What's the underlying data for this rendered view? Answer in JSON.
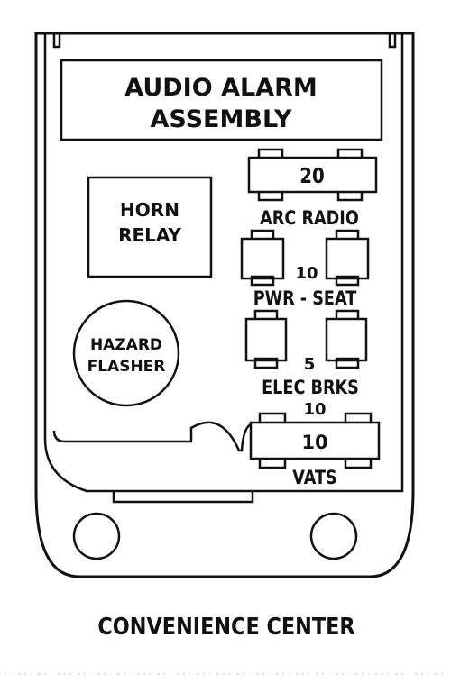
{
  "labels": {
    "audio_alarm_line1": "AUDIO ALARM",
    "audio_alarm_line2": "ASSEMBLY",
    "horn_relay_line1": "HORN",
    "horn_relay_line2": "RELAY",
    "hazard_flasher_line1": "HAZARD",
    "hazard_flasher_line2": "FLASHER",
    "fuse_top_value": "20",
    "arc_radio": "ARC RADIO",
    "fuse_pwr_seat_value": "10",
    "pwr_seat": "PWR - SEAT",
    "fuse_elec_brks_value": "5",
    "elec_brks": "ELEC BRKS",
    "fuse_vats_upper_value": "10",
    "fuse_vats_value": "10",
    "vats": "VATS",
    "caption": "CONVENIENCE CENTER"
  }
}
